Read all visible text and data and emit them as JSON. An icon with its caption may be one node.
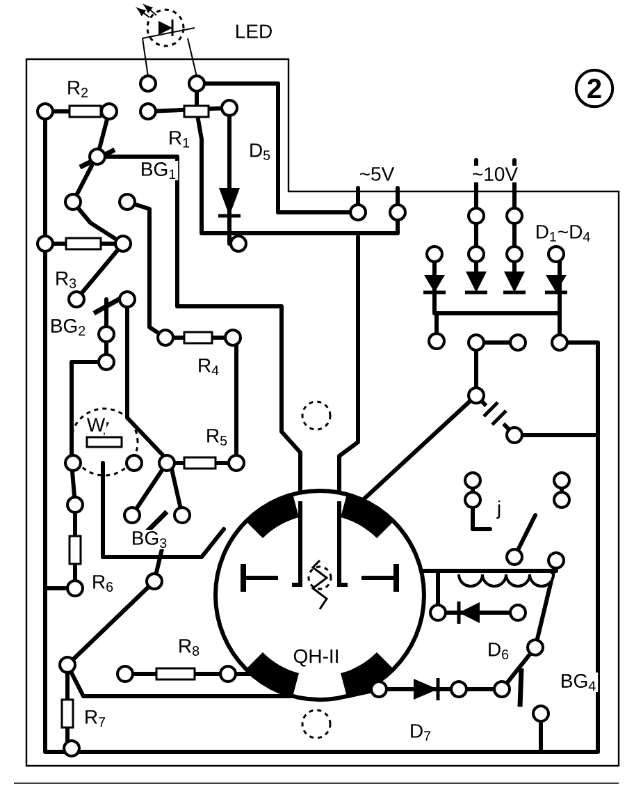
{
  "diagram": {
    "labels": [
      "LED",
      "2",
      "R$_{2}$",
      "R$_{1}$",
      "D$_{5}$",
      "~5V",
      "~10V",
      "BG$_{1}$",
      "D$_{1}$~D$_{4}$",
      "R$_{3}$",
      "BG$_{2}$",
      "R$_{4}$",
      "W",
      "R$_{5}$",
      "j",
      "BG$_{3}$",
      "R$_{6}$",
      "QH-II",
      "D$_{6}$",
      "R$_{8}$",
      "BG$_{4}$",
      "R$_{7}$",
      "D$_{7}$"
    ]
  }
}
